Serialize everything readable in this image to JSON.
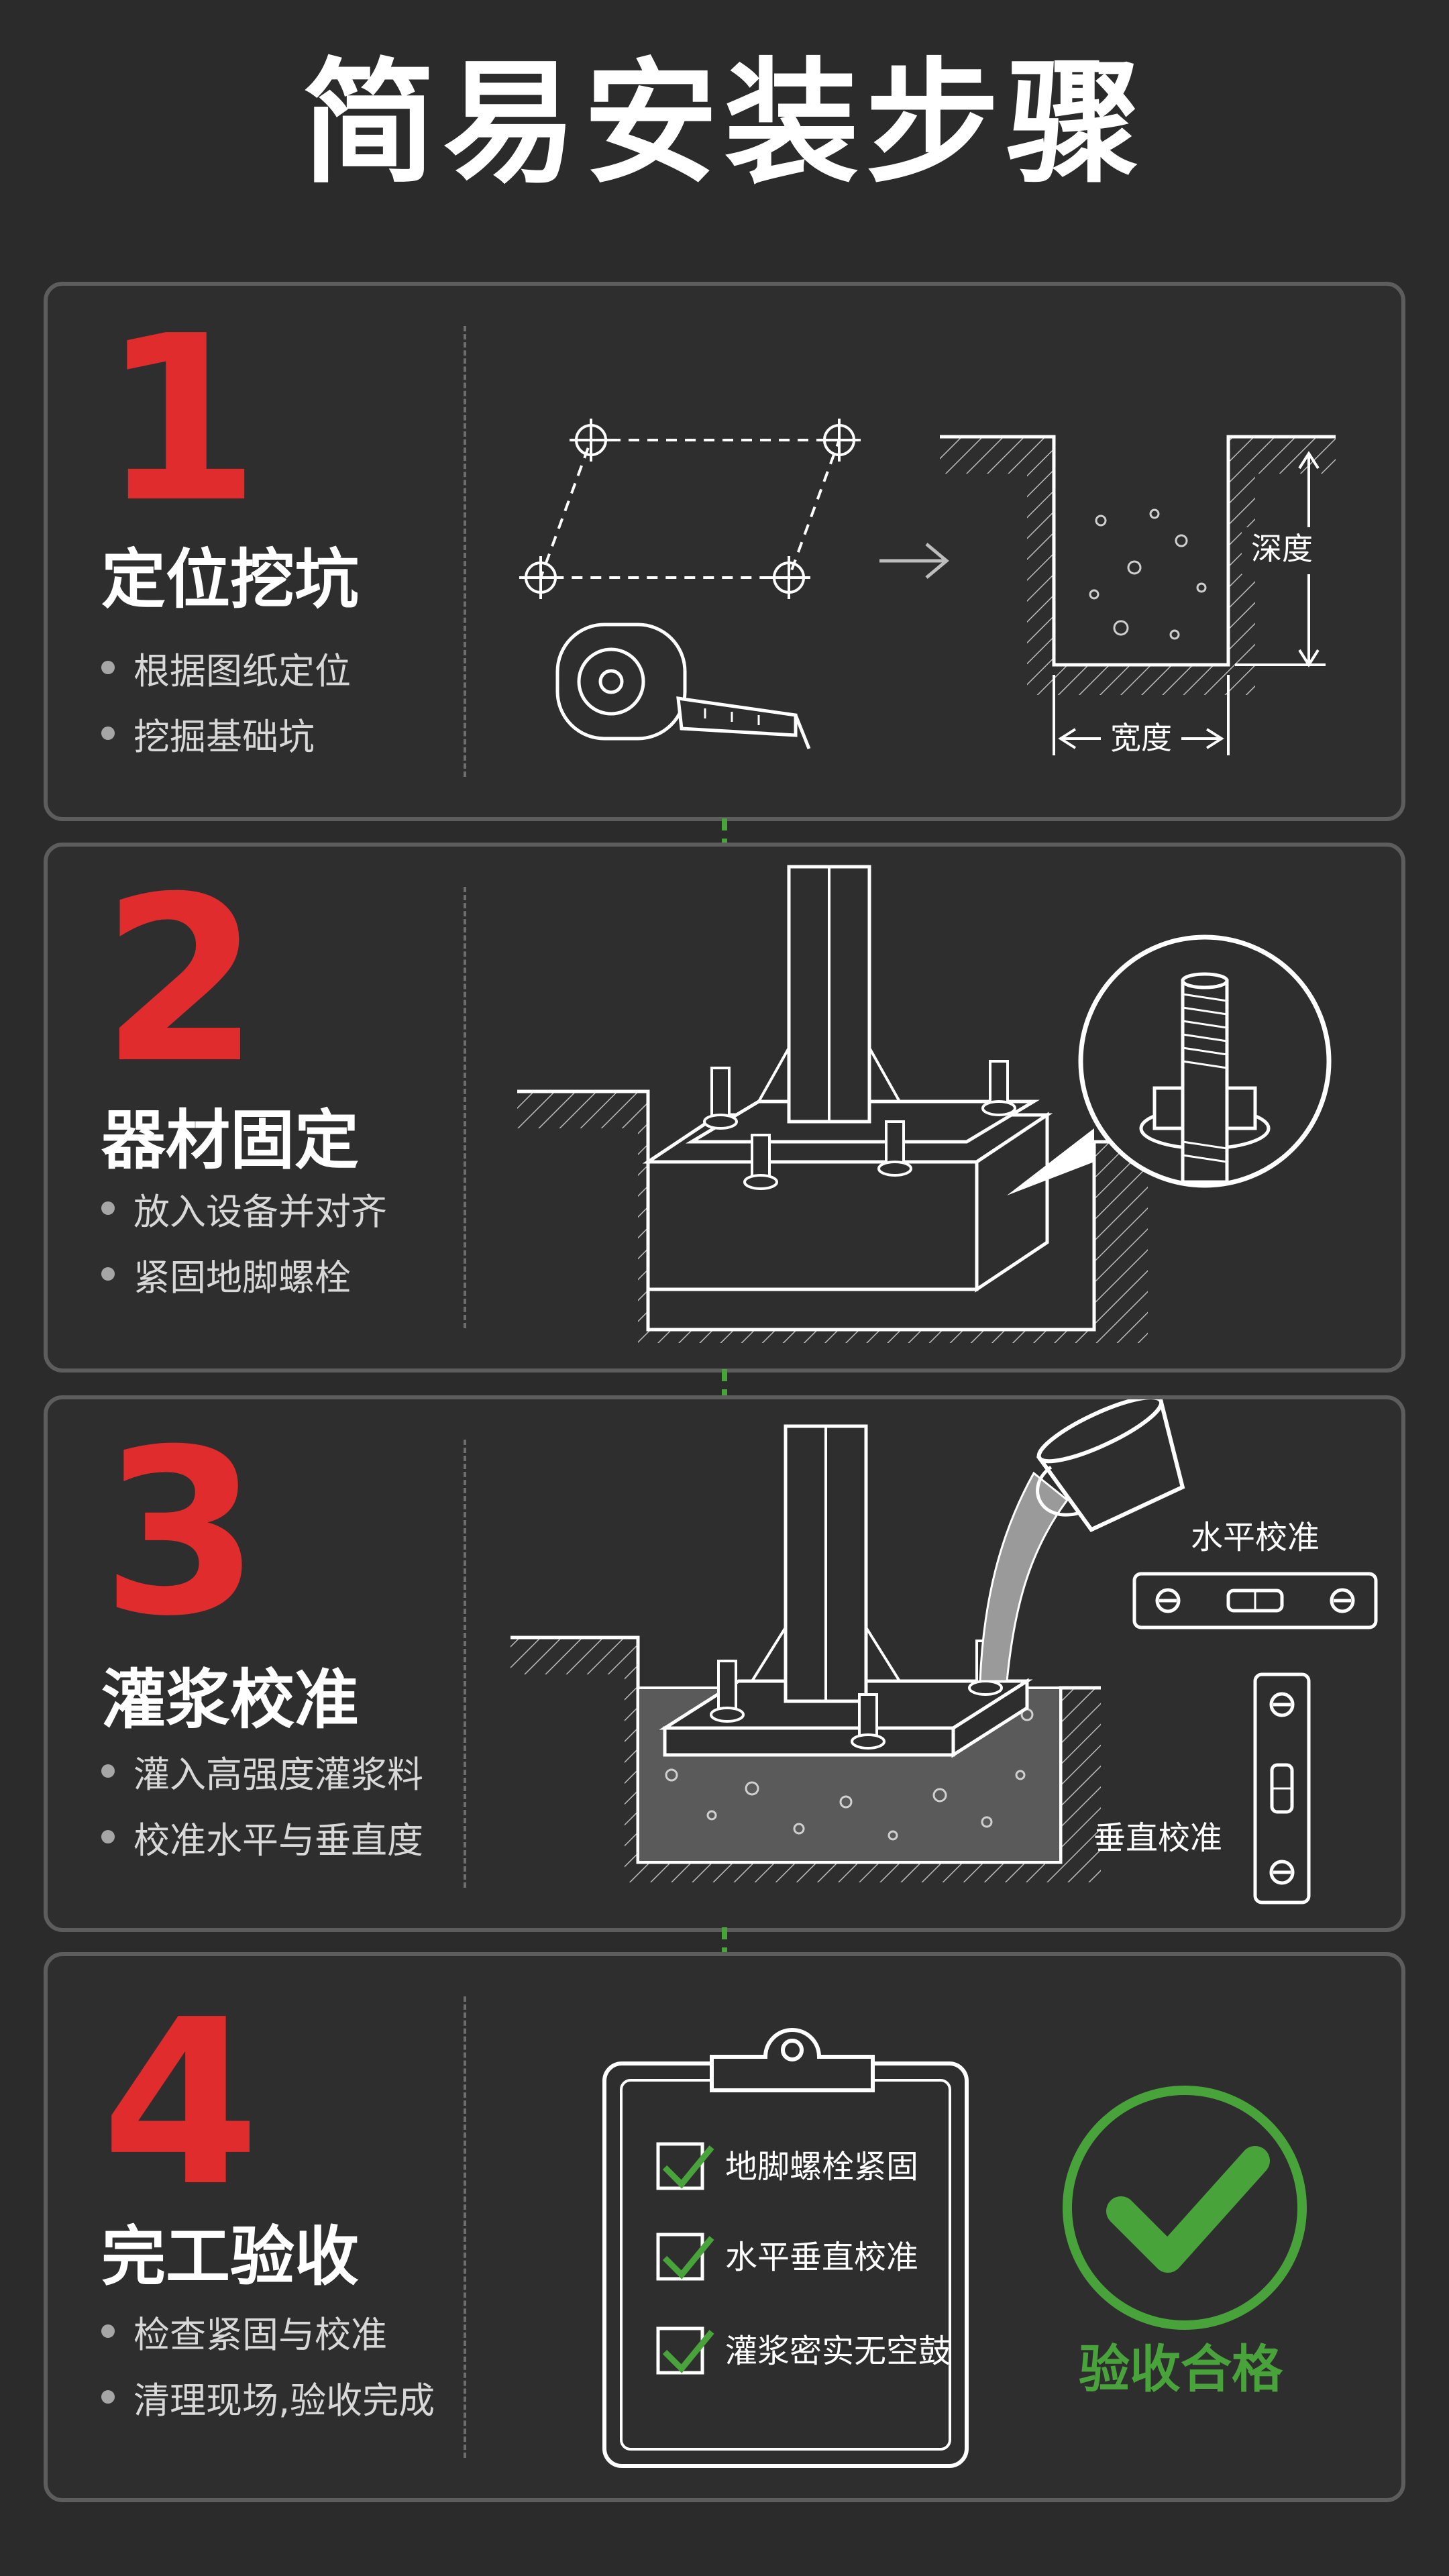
{
  "title": "简易安装步骤",
  "colors": {
    "accent_red": "#e02c2c",
    "accent_green": "#49a33b",
    "background": "#2b2b2b",
    "line": "#ffffff"
  },
  "steps": [
    {
      "number": "1",
      "title": "定位挖坑",
      "bullets": [
        "根据图纸定位",
        "挖掘基础坑"
      ],
      "labels": {
        "depth": "深度",
        "width": "宽度"
      },
      "icons": [
        "layout-points-icon",
        "tape-measure-icon",
        "arrow-right-icon",
        "pit-cross-section-icon"
      ]
    },
    {
      "number": "2",
      "title": "器材固定",
      "bullets": [
        "放入设备并对齐",
        "紧固地脚螺栓"
      ],
      "icons": [
        "mounted-base-icon",
        "bolt-nut-detail-icon"
      ]
    },
    {
      "number": "3",
      "title": "灌浆校准",
      "bullets": [
        "灌入高强度灌浆料",
        "校准水平与垂直度"
      ],
      "labels": {
        "horizontal": "水平校准",
        "vertical": "垂直校准"
      },
      "icons": [
        "grout-bucket-icon",
        "grouted-base-icon",
        "horizontal-level-icon",
        "vertical-level-icon"
      ]
    },
    {
      "number": "4",
      "title": "完工验收",
      "bullets": [
        "检查紧固与校准",
        "清理现场,验收完成"
      ],
      "checklist": [
        "地脚螺栓紧固",
        "水平垂直校准",
        "灌浆密实无空鼓"
      ],
      "pass_label": "验收合格",
      "icons": [
        "clipboard-icon",
        "checkbox-icon",
        "approved-check-icon"
      ]
    }
  ]
}
